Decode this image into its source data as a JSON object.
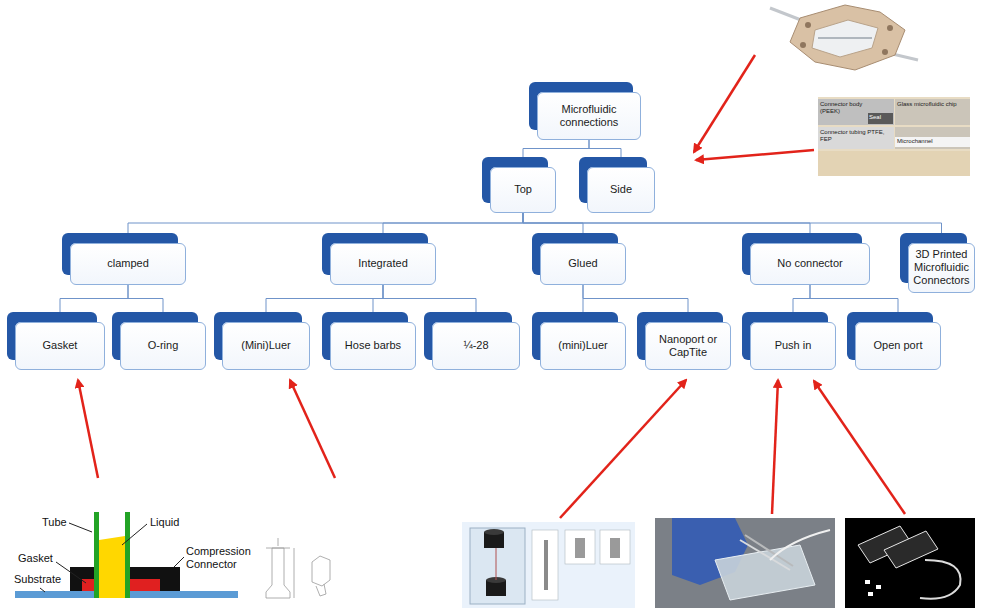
{
  "diagram": {
    "nodes": [
      {
        "text": [
          "Microfluidic connections"
        ]
      },
      {
        "text": [
          "Top"
        ]
      },
      {
        "text": [
          "Side"
        ]
      },
      {
        "text": [
          "clamped"
        ]
      },
      {
        "text": [
          "Integrated"
        ]
      },
      {
        "text": [
          "Glued"
        ]
      },
      {
        "text": [
          "No connector"
        ]
      },
      {
        "text": [
          "3D Printed Microfluidic Connectors"
        ]
      },
      {
        "text": [
          "Gasket"
        ]
      },
      {
        "text": [
          "O-ring"
        ]
      },
      {
        "text": [
          "(Mini)Luer"
        ]
      },
      {
        "text": [
          "Hose barbs"
        ]
      },
      {
        "text": [
          "¼-28"
        ]
      },
      {
        "text": [
          "(mini)Luer"
        ]
      },
      {
        "text": [
          "Nanoport or CapTite"
        ]
      },
      {
        "text": [
          "Push in"
        ]
      },
      {
        "text": [
          "Open port"
        ]
      }
    ],
    "edges": [
      {
        "from": 0,
        "to": 1,
        "arrow": "none"
      },
      {
        "from": 0,
        "to": 2,
        "arrow": "none"
      },
      {
        "from": 1,
        "to": 3,
        "arrow": "none"
      },
      {
        "from": 1,
        "to": 4,
        "arrow": "none"
      },
      {
        "from": 1,
        "to": 5,
        "arrow": "none"
      },
      {
        "from": 1,
        "to": 6,
        "arrow": "none"
      },
      {
        "from": 1,
        "to": 7,
        "arrow": "none"
      },
      {
        "from": 3,
        "to": 8,
        "arrow": "none"
      },
      {
        "from": 3,
        "to": 9,
        "arrow": "none"
      },
      {
        "from": 4,
        "to": 10,
        "arrow": "none"
      },
      {
        "from": 4,
        "to": 11,
        "arrow": "none"
      },
      {
        "from": 4,
        "to": 12,
        "arrow": "none"
      },
      {
        "from": 5,
        "to": 13,
        "arrow": "none"
      },
      {
        "from": 5,
        "to": 14,
        "arrow": "none"
      },
      {
        "from": 6,
        "to": 15,
        "arrow": "none"
      },
      {
        "from": 6,
        "to": 16,
        "arrow": "none"
      }
    ],
    "labels": [
      "Tube",
      "Liquid",
      "Gasket",
      "Compression Connector",
      "Substrate",
      "Connector body (PEEK)",
      "Seal",
      "Glass microfluidic chip",
      "Connector tubing PTFE, FEP",
      "Microchannel"
    ]
  }
}
